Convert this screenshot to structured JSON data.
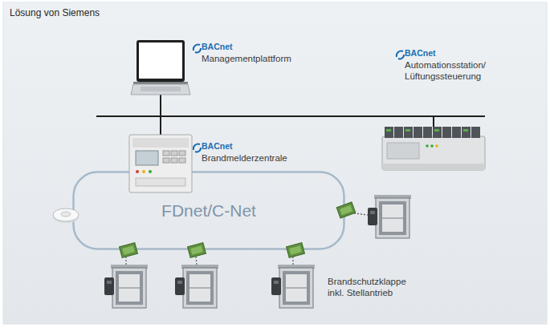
{
  "diagram": {
    "title": "Lösung von Siemens",
    "nodes": [
      {
        "text": [
          "BACnet",
          "Managementplattform"
        ]
      },
      {
        "text": [
          "BACnet",
          "Automationsstation/ Lüftungssteuerung"
        ]
      },
      {
        "text": [
          "BACnet",
          "Brandmelderzentrale"
        ]
      },
      {
        "text": [
          "FDnet/C-Net"
        ]
      },
      {
        "text": [
          "Brandschutzklappe inkl. Stellantrieb"
        ]
      }
    ],
    "edges": [
      {
        "from": 0,
        "to": 2,
        "arrow": "none"
      },
      {
        "from": 0,
        "to": 1,
        "arrow": "none"
      },
      {
        "from": 2,
        "to": 1,
        "arrow": "none"
      },
      {
        "from": 3,
        "to": 4,
        "arrow": "none"
      }
    ]
  }
}
